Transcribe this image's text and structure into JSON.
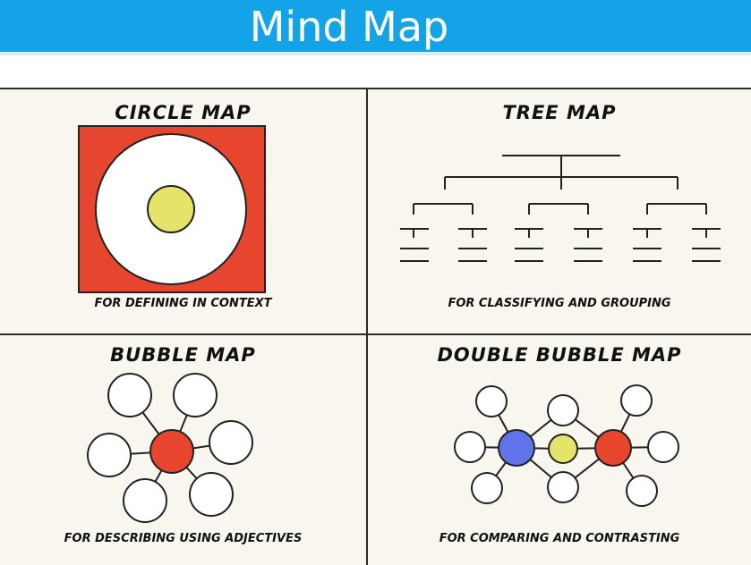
{
  "banner": {
    "title": "Mind Map",
    "color": "#14a3e6"
  },
  "panels": {
    "circle_map": {
      "title": "CIRCLE MAP",
      "caption": "FOR DEFINING IN CONTEXT",
      "frame_color": "#e8452e",
      "center_color": "#e6e36a"
    },
    "tree_map": {
      "title": "TREE MAP",
      "caption": "FOR CLASSIFYING AND GROUPING"
    },
    "bubble_map": {
      "title": "BUBBLE MAP",
      "caption": "FOR DESCRIBING USING ADJECTIVES",
      "center_color": "#e8452e"
    },
    "double_bubble_map": {
      "title": "DOUBLE BUBBLE MAP",
      "caption": "FOR COMPARING AND CONTRASTING",
      "left_color": "#5f74e8",
      "middle_color": "#e6e36a",
      "right_color": "#e8452e"
    }
  }
}
